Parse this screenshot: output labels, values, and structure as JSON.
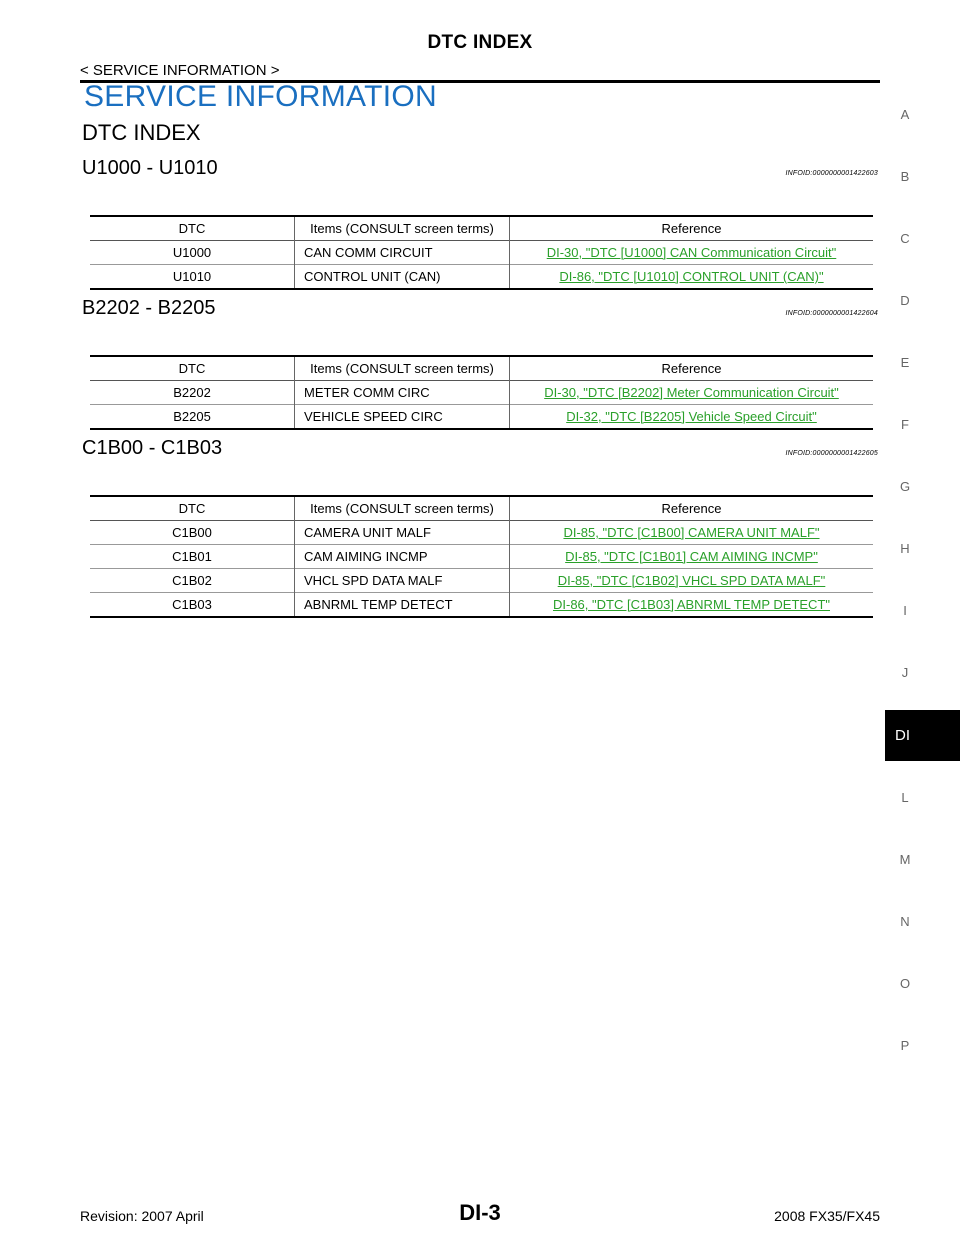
{
  "header": {
    "title": "DTC INDEX",
    "breadcrumb": "< SERVICE INFORMATION >"
  },
  "section_title": "SERVICE INFORMATION",
  "sub_title": "DTC INDEX",
  "columns": {
    "dtc": "DTC",
    "items": "Items (CONSULT screen terms)",
    "reference": "Reference"
  },
  "groups": [
    {
      "title": "U1000 - U1010",
      "infoid": "INFOID:0000000001422603",
      "rows": [
        {
          "dtc": "U1000",
          "item": "CAN COMM CIRCUIT",
          "ref": "DI-30, \"DTC [U1000] CAN Communication Circuit\""
        },
        {
          "dtc": "U1010",
          "item": "CONTROL UNIT (CAN)",
          "ref": "DI-86, \"DTC [U1010] CONTROL UNIT (CAN)\""
        }
      ]
    },
    {
      "title": "B2202 - B2205",
      "infoid": "INFOID:0000000001422604",
      "rows": [
        {
          "dtc": "B2202",
          "item": "METER COMM CIRC",
          "ref": "DI-30, \"DTC [B2202] Meter Communication Circuit\""
        },
        {
          "dtc": "B2205",
          "item": "VEHICLE SPEED CIRC",
          "ref": "DI-32, \"DTC [B2205] Vehicle Speed Circuit\""
        }
      ]
    },
    {
      "title": "C1B00 - C1B03",
      "infoid": "INFOID:0000000001422605",
      "rows": [
        {
          "dtc": "C1B00",
          "item": "CAMERA UNIT MALF",
          "ref": "DI-85, \"DTC [C1B00] CAMERA UNIT MALF\""
        },
        {
          "dtc": "C1B01",
          "item": "CAM AIMING INCMP",
          "ref": "DI-85, \"DTC [C1B01] CAM AIMING INCMP\""
        },
        {
          "dtc": "C1B02",
          "item": "VHCL SPD DATA MALF",
          "ref": "DI-85, \"DTC [C1B02] VHCL SPD DATA MALF\""
        },
        {
          "dtc": "C1B03",
          "item": "ABNRML TEMP DETECT",
          "ref": "DI-86, \"DTC [C1B03] ABNRML TEMP DETECT\""
        }
      ]
    }
  ],
  "side_index": {
    "letters": [
      "A",
      "B",
      "C",
      "D",
      "E",
      "F",
      "G",
      "H",
      "I",
      "J",
      "L",
      "M",
      "N",
      "O",
      "P"
    ],
    "active": "DI"
  },
  "footer": {
    "revision": "Revision: 2007 April",
    "page": "DI-3",
    "model": "2008 FX35/FX45"
  },
  "colors": {
    "section_title": "#1a6fc0",
    "link": "#2aa02a",
    "active_tab_bg": "#000000"
  }
}
